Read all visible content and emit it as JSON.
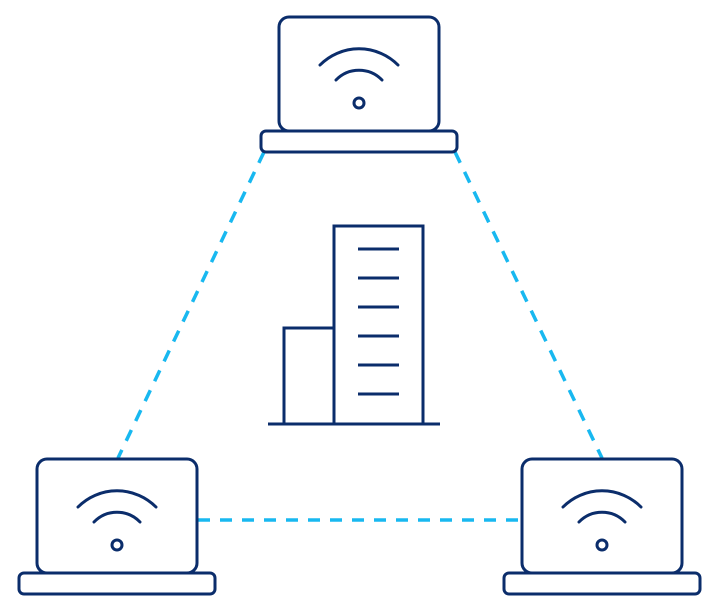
{
  "diagram": {
    "description_visible_text": "",
    "colors": {
      "outline": "#0b2d6b",
      "connection": "#18b8f0",
      "background": "#ffffff"
    },
    "nodes": [
      {
        "id": "laptop-top",
        "icon": "wifi-laptop-icon"
      },
      {
        "id": "laptop-bottom-left",
        "icon": "wifi-laptop-icon"
      },
      {
        "id": "laptop-bottom-right",
        "icon": "wifi-laptop-icon"
      }
    ],
    "center": {
      "icon": "office-building-icon"
    },
    "links": [
      {
        "from": "laptop-top",
        "to": "laptop-bottom-left",
        "style": "dashed"
      },
      {
        "from": "laptop-top",
        "to": "laptop-bottom-right",
        "style": "dashed"
      },
      {
        "from": "laptop-bottom-left",
        "to": "laptop-bottom-right",
        "style": "dashed"
      }
    ]
  }
}
